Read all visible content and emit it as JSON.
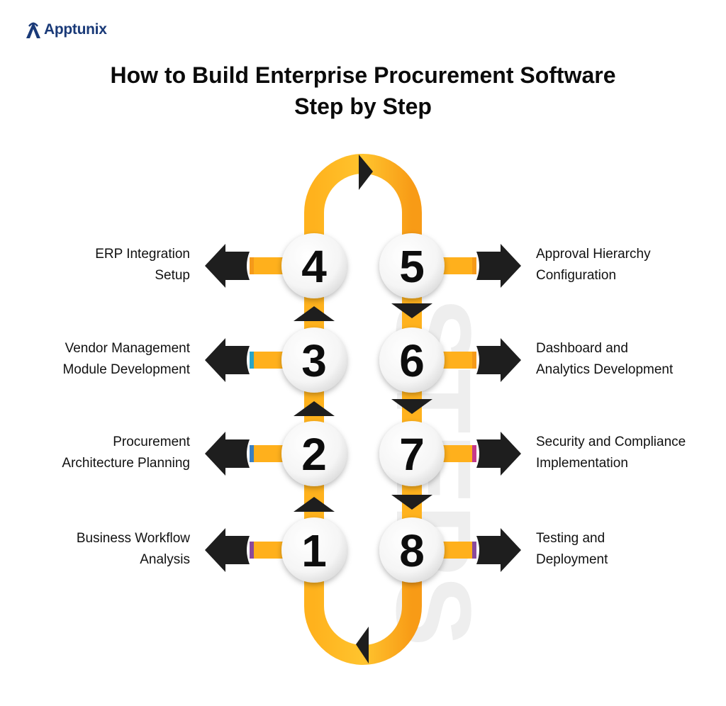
{
  "brand": {
    "name": "Apptunix"
  },
  "title": {
    "line1": "How to Build Enterprise Procurement Software",
    "line2": "Step by Step"
  },
  "watermark": "STEPS",
  "colors": {
    "track": "#ffa61a",
    "arrow": "#1e1e1e",
    "circle": "#f7f7f7"
  },
  "steps": [
    {
      "number": "1",
      "side": "left",
      "line1": "Business Workflow",
      "line2": "Analysis",
      "accent": "#8a4a9c"
    },
    {
      "number": "2",
      "side": "left",
      "line1": "Procurement",
      "line2": "Architecture Planning",
      "accent": "#3a7fc2"
    },
    {
      "number": "3",
      "side": "left",
      "line1": "Vendor Management",
      "line2": "Module Development",
      "accent": "#29a5c8"
    },
    {
      "number": "4",
      "side": "left",
      "line1": "ERP Integration",
      "line2": "Setup",
      "accent": "#f59a1a"
    },
    {
      "number": "5",
      "side": "right",
      "line1": "Approval Hierarchy",
      "line2": "Configuration",
      "accent": "#f59a1a"
    },
    {
      "number": "6",
      "side": "right",
      "line1": "Dashboard and",
      "line2": "Analytics Development",
      "accent": "#f59a1a"
    },
    {
      "number": "7",
      "side": "right",
      "line1": "Security and Compliance",
      "line2": "Implementation",
      "accent": "#c63a8a"
    },
    {
      "number": "8",
      "side": "right",
      "line1": "Testing and",
      "line2": "Deployment",
      "accent": "#8a4a9c"
    }
  ]
}
